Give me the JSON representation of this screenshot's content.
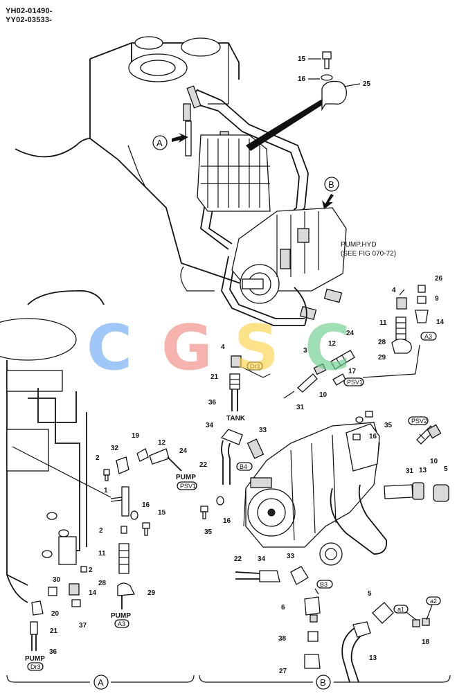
{
  "serials": [
    "YH02-01490-",
    "YY02-03533-"
  ],
  "views": {
    "a": "A",
    "b": "B"
  },
  "pump_label": "PUMP,HYD",
  "see_fig": "(SEE FIG 070-72)",
  "tank_label": "TANK",
  "pump_word": "PUMP",
  "codes": {
    "dr3": "Dr3",
    "psv1": "PSV1",
    "psv2": "PSV2",
    "a3": "A3",
    "b4": "B4",
    "b3": "B3",
    "a1": "a1",
    "a2": "a2"
  },
  "watermark": {
    "letters": [
      "C",
      "G",
      "S",
      "C"
    ],
    "colors": [
      "#6fa8f5",
      "#f28b82",
      "#fcd34d",
      "#6ccf8f"
    ]
  },
  "callouts": {
    "p2": "2",
    "p3": "3",
    "p4": "4",
    "p5": "5",
    "p6": "6",
    "p9": "9",
    "p10": "10",
    "p11": "11",
    "p12": "12",
    "p13": "13",
    "p14": "14",
    "p15": "15",
    "p16": "16",
    "p17": "17",
    "p18": "18",
    "p19": "19",
    "p20": "20",
    "p21": "21",
    "p22": "22",
    "p24": "24",
    "p25": "25",
    "p26": "26",
    "p27": "27",
    "p28": "28",
    "p29": "29",
    "p30": "30",
    "p31": "31",
    "p32": "32",
    "p33": "33",
    "p34": "34",
    "p35": "35",
    "p36": "36",
    "p37": "37",
    "p38": "38",
    "p1": "1"
  }
}
